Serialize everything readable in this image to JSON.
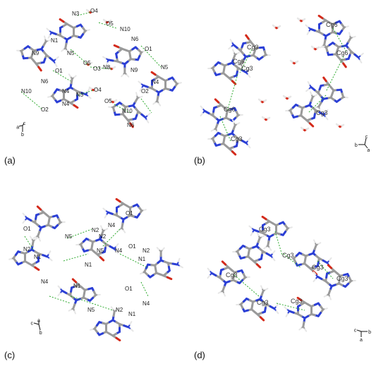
{
  "panels": [
    {
      "label": "(a)",
      "atom_labels": [
        "N3",
        "O4",
        "O5",
        "N10",
        "N6",
        "O1",
        "N9",
        "N1",
        "N5",
        "O5",
        "O3",
        "N8",
        "N9",
        "N5",
        "O1",
        "N6",
        "N4",
        "N3",
        "O4",
        "O2",
        "N4",
        "N10",
        "O5",
        "N10",
        "O2",
        "N4",
        "N6"
      ],
      "axes": [
        "a",
        "c",
        "b"
      ]
    },
    {
      "label": "(b)",
      "cg_labels": [
        "Cg3",
        "Cg6",
        "Cg3",
        "Cg6",
        "Cg3",
        "Cg6",
        "Cg6",
        "Cg3"
      ],
      "axes": [
        "c",
        "b",
        "a"
      ]
    },
    {
      "label": "(c)",
      "atom_labels": [
        "O1",
        "N5",
        "N2",
        "N4",
        "N2",
        "N1",
        "O1",
        "N2",
        "N1",
        "O1",
        "N5",
        "N4",
        "N1",
        "N4",
        "N1",
        "N2",
        "O1",
        "N5",
        "N2",
        "N4",
        "N1"
      ],
      "axes": [
        "c",
        "a",
        "b"
      ]
    },
    {
      "label": "(d)",
      "cg_labels": [
        "Cg3",
        "Cg3",
        "Cg3",
        "Cg3",
        "Cg3",
        "Cg3",
        "Cg3"
      ],
      "axes": [
        "c",
        "b",
        "a"
      ]
    }
  ]
}
